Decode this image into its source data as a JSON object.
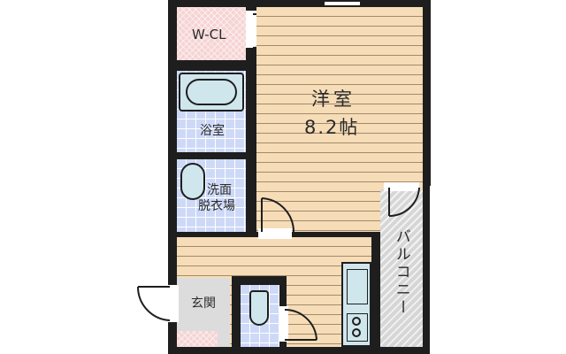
{
  "floorplan": {
    "rooms": {
      "wcl": {
        "label": "W-CL"
      },
      "western_room": {
        "label": "洋室",
        "size": "8.2帖"
      },
      "bathroom": {
        "label": "浴室"
      },
      "washroom": {
        "label_line1": "洗面",
        "label_line2": "脱衣場"
      },
      "entrance": {
        "label": "玄関"
      },
      "balcony": {
        "label": "バルコニー"
      }
    },
    "colors": {
      "wall": "#1e1e1e",
      "wood_floor": "#f6ddb8",
      "closet_floor": "#f6d4d4",
      "tile_floor": "#cdd9f7",
      "entrance_floor": "#dcdcdc",
      "balcony_floor": "#d6d6d6",
      "fixture": "#cfe6ec"
    }
  }
}
